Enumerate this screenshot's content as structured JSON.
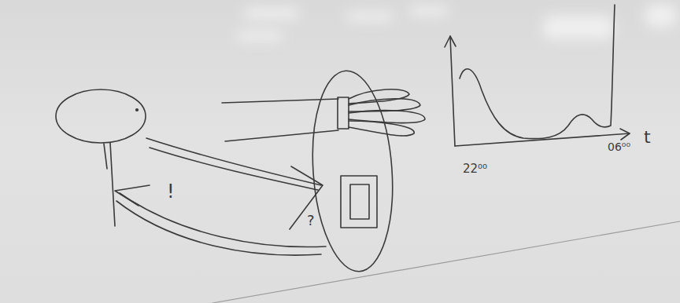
{
  "diagram": {
    "labels": [
      "!",
      "?",
      "t",
      "22⁰⁰",
      "06⁰⁰"
    ]
  }
}
